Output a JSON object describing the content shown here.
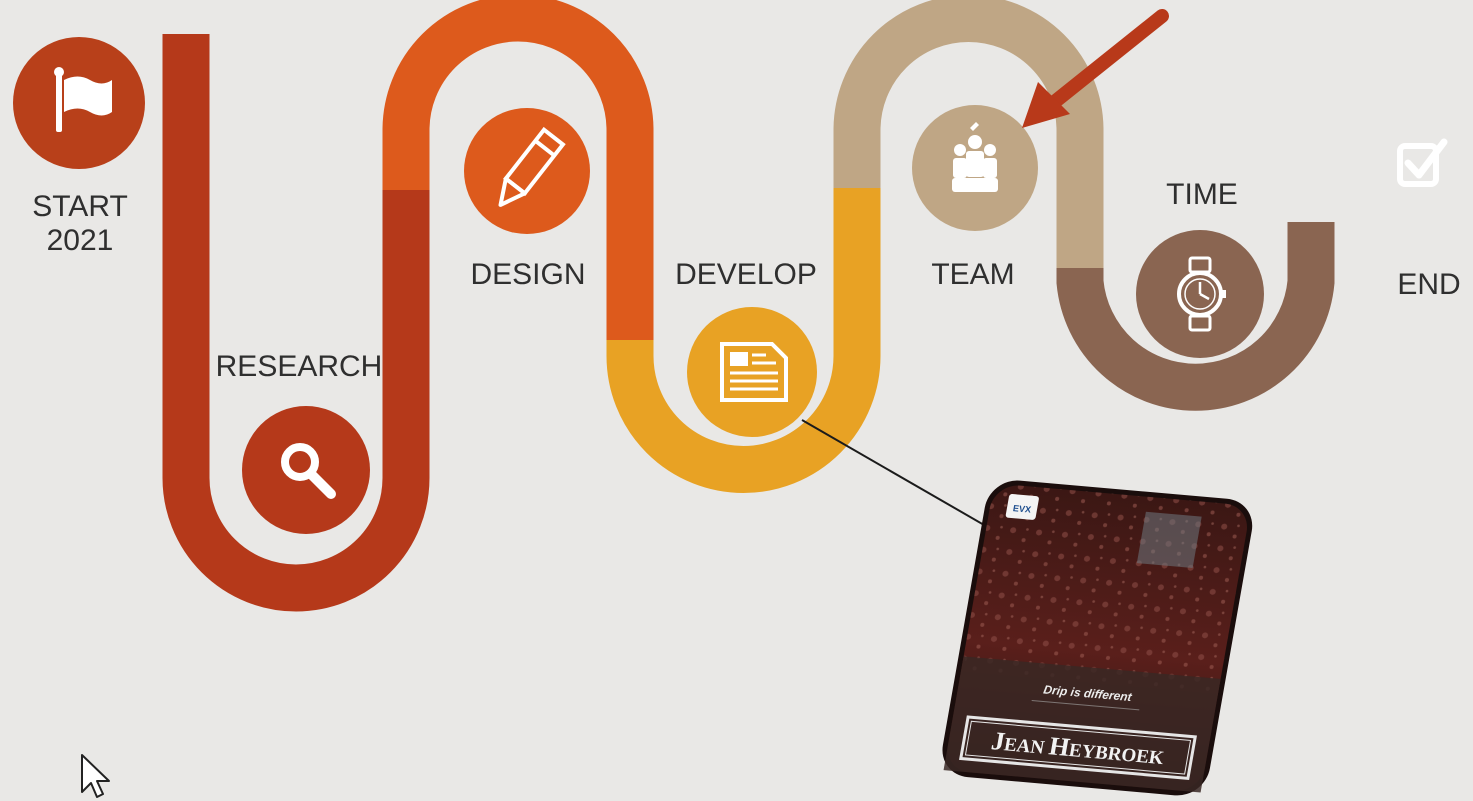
{
  "stages": {
    "start": {
      "label": "START",
      "year": "2021",
      "icon": "flag-icon",
      "color": "#b8401a"
    },
    "research": {
      "label": "RESEARCH",
      "icon": "magnifier-icon",
      "color": "#b5391a"
    },
    "design": {
      "label": "DESIGN",
      "icon": "pencil-icon",
      "color": "#dd5a1c"
    },
    "develop": {
      "label": "DEVELOP",
      "icon": "document-icon",
      "color": "#e8a224"
    },
    "team": {
      "label": "TEAM",
      "icon": "team-icon",
      "color": "#bfa685"
    },
    "time": {
      "label": "TIME",
      "icon": "wristwatch-icon",
      "color": "#8a6551"
    },
    "end": {
      "label": "END",
      "icon": "checkbox-icon",
      "color": "#ffffff"
    }
  },
  "product_card": {
    "tagline": "Drip is different",
    "brand": "JEAN HEYBROEK",
    "brand_first": "J",
    "brand_rest_1": "EAN",
    "brand_second": "H",
    "brand_rest_2": "EYBROEK",
    "logo_text": "EVX"
  },
  "pointer_arrow": {
    "color": "#b8391a",
    "target": "team"
  }
}
